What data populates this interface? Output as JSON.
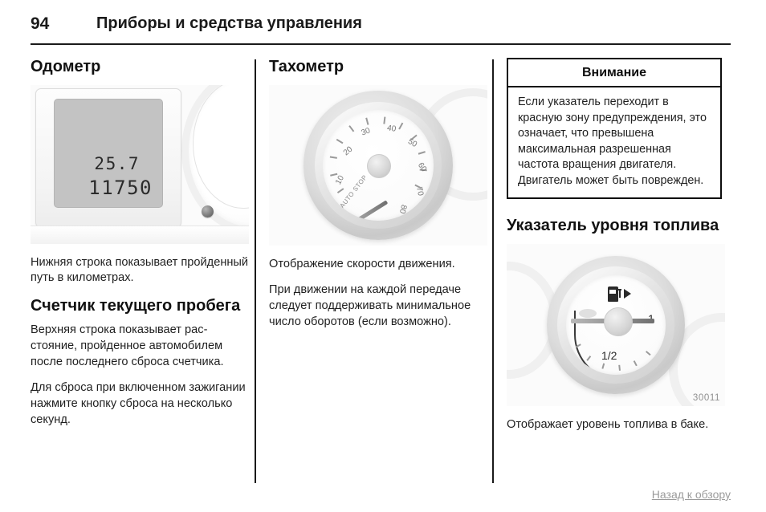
{
  "header": {
    "page_number": "94",
    "title": "Приборы и средства управления"
  },
  "columns": {
    "left": {
      "title": "Одометр",
      "figure": {
        "name": "instrument-cluster-odometer-photo",
        "lcd_trip_value": "25.7",
        "lcd_total_value": "11750"
      },
      "paragraph_1": "Нижняя строка показывает прой­денный путь в километрах.",
      "subsection_title": "Счетчик текущего пробега",
      "paragraph_2": "Верхняя строка показывает рас­стояние, пройденное автомобилем после последнего сброса счетчика.",
      "paragraph_3": "Для сброса при включенном зажи­гании нажмите кнопку сброса на несколько секунд."
    },
    "middle": {
      "title": "Тахометр",
      "figure": {
        "name": "tachometer-photo",
        "dial_numbers": [
          "10",
          "20",
          "30",
          "40",
          "50",
          "60",
          "70",
          "80"
        ],
        "dial_text": "AUTO STOP"
      },
      "paragraph_1": "Отображение скорости движения.",
      "paragraph_2": "При движении на каждой передаче следует поддерживать минималь­ное число оборотов (если воз­можно)."
    },
    "right": {
      "warning": {
        "title": "Внимание",
        "body": "Если указатель переходит в красную зону предупрежде­ния, это означает, что превы­шена максимальная разрешен­ная частота вращения двига­теля. Двигатель может быть по­врежден."
      },
      "title": "Указатель уровня топлива",
      "figure": {
        "name": "fuel-level-gauge-photo",
        "label_full": "1",
        "label_half": "1/2",
        "pump_icon": "fuel-pump-icon",
        "image_id": "30011"
      },
      "paragraph_1": "Отображает уровень топлива в баке."
    }
  },
  "footer": {
    "back_link": "Назад к обзору"
  }
}
